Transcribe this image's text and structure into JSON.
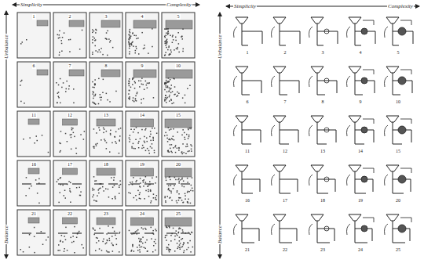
{
  "diagram": {
    "labels": [
      "Simplicity",
      "Complexity",
      "Unbalance",
      "Balance",
      "1",
      "2",
      "3",
      "4",
      "5",
      "6",
      "7",
      "8",
      "9",
      "10",
      "11",
      "12",
      "13",
      "14",
      "15",
      "16",
      "17",
      "18",
      "19",
      "20",
      "21",
      "22",
      "23",
      "24",
      "25",
      "Simplicity",
      "Complexity",
      "Unbalance",
      "Balance",
      "1",
      "2",
      "3",
      "4",
      "5",
      "6",
      "7",
      "8",
      "9",
      "10",
      "11",
      "12",
      "13",
      "14",
      "15",
      "16",
      "17",
      "18",
      "19",
      "20",
      "21",
      "22",
      "23",
      "24",
      "25"
    ]
  }
}
